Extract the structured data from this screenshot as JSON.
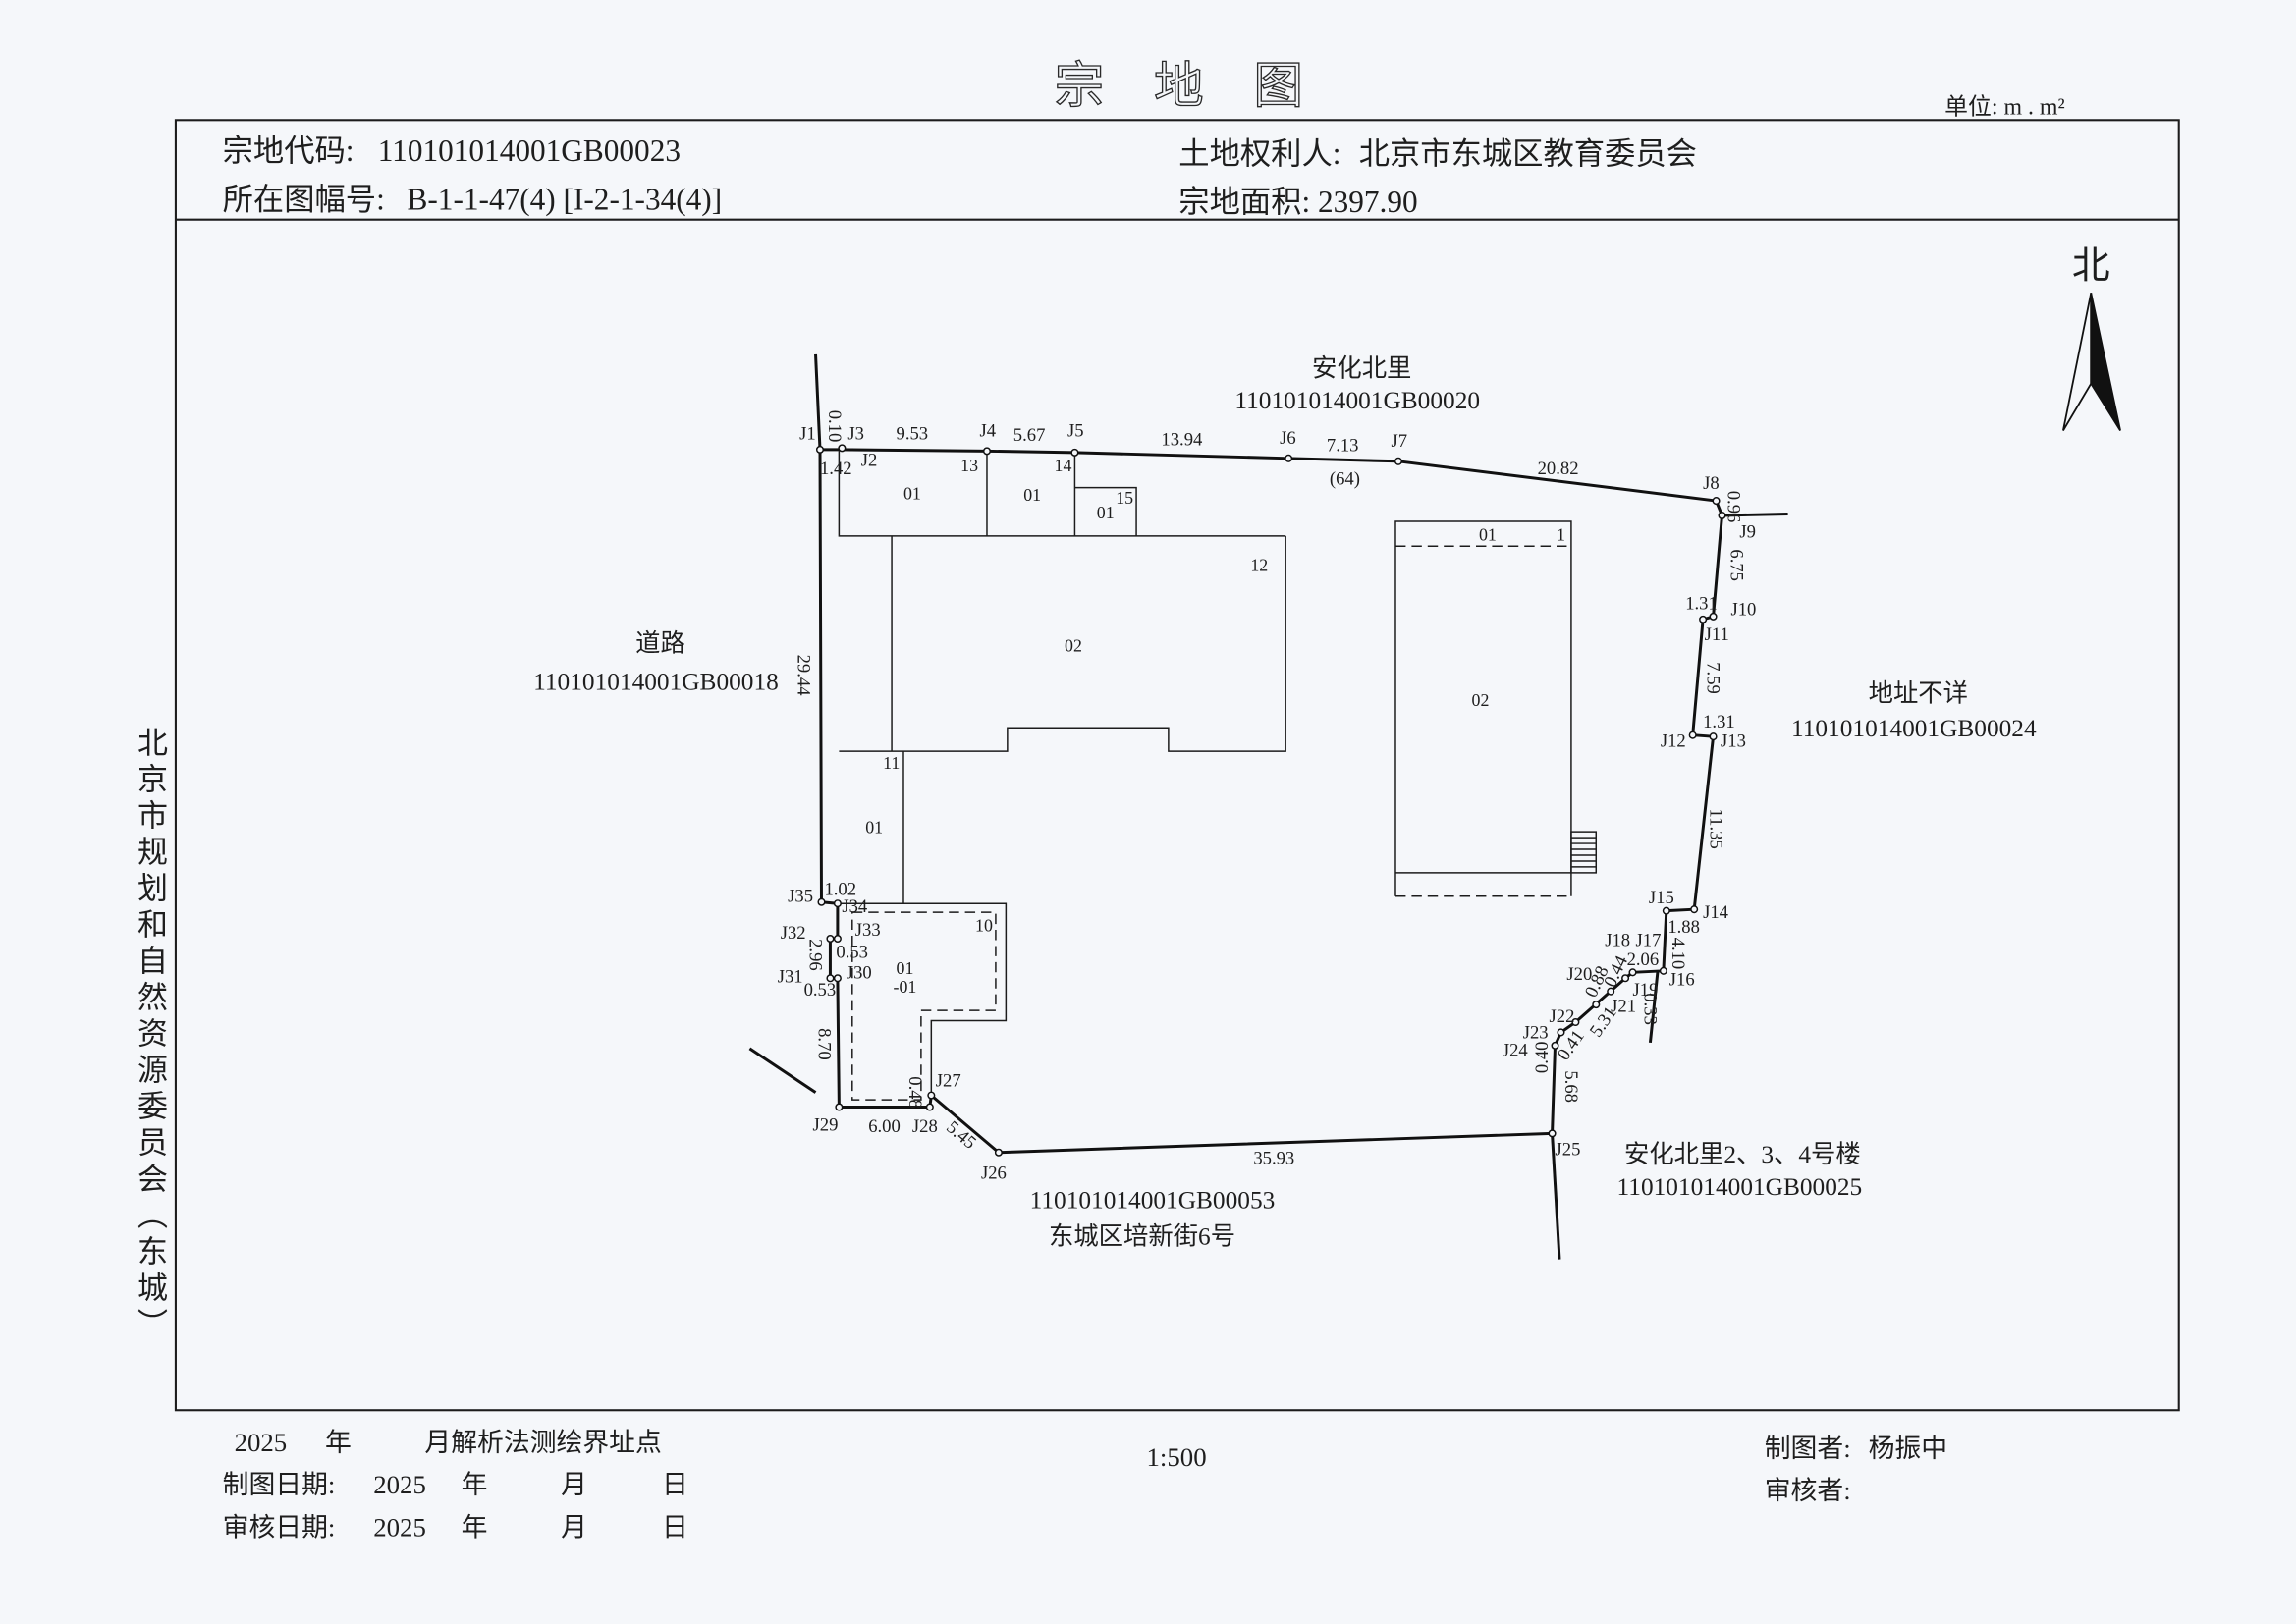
{
  "title": "宗地图",
  "unit": "单位: m . m²",
  "header": {
    "parcel_code_label": "宗地代码:",
    "parcel_code": "110101014001GB00023",
    "sheet_label": "所在图幅号:",
    "sheet_no": "B-1-1-47(4) [I-2-1-34(4)]",
    "owner_label": "土地权利人:",
    "owner": "北京市东城区教育委员会",
    "area_label": "宗地面积:",
    "area": "2397.90"
  },
  "side_org": "北京市规划和自然资源委员会（东城）",
  "north_label": "北",
  "neighbors": {
    "north": {
      "name": "安化北里",
      "code": "110101014001GB00020"
    },
    "west": {
      "name": "道路",
      "code": "110101014001GB00018"
    },
    "east": {
      "name": "地址不详",
      "code": "110101014001GB00024"
    },
    "southeast": {
      "name": "安化北里2、3、4号楼",
      "code": "110101014001GB00025"
    },
    "south": {
      "name": "东城区培新街6号",
      "code": "110101014001GB00053"
    }
  },
  "boundary_points": [
    "J1",
    "J2",
    "J3",
    "J4",
    "J5",
    "J6",
    "J7",
    "J8",
    "J9",
    "J10",
    "J11",
    "J12",
    "J13",
    "J14",
    "J15",
    "J16",
    "J17",
    "J18",
    "J19",
    "J20",
    "J21",
    "J22",
    "J23",
    "J24",
    "J25",
    "J26",
    "J27",
    "J28",
    "J29",
    "J30",
    "J31",
    "J32",
    "J33",
    "J34",
    "J35"
  ],
  "edge_lengths": [
    "0.10",
    "1.42",
    "9.53",
    "5.67",
    "13.94",
    "7.13",
    "20.82",
    "0.96",
    "6.75",
    "1.31",
    "7.59",
    "1.31",
    "11.35",
    "1.88",
    "4.10",
    "2.06",
    "0.88",
    "0.44",
    "0.33",
    "0.41",
    "5.31",
    "0.40",
    "5.68",
    "35.93",
    "5.45",
    "0.48",
    "6.00",
    "8.70",
    "0.53",
    "2.96",
    "0.53",
    "1.02",
    "29.44"
  ],
  "house_number": "(64)",
  "buildings": [
    {
      "code": "01",
      "no": "13"
    },
    {
      "code": "01",
      "no": "14"
    },
    {
      "code": "01",
      "no": "15"
    },
    {
      "code": "02",
      "no": "12"
    },
    {
      "code": "01",
      "no": "11"
    },
    {
      "code": "01",
      "sub_code": "-01",
      "no": "10"
    },
    {
      "code": "02",
      "part_code": "01",
      "no": "1"
    }
  ],
  "footer": {
    "survey_year": "2025",
    "survey_note": "月解析法测绘界址点",
    "year_unit": "年",
    "month_unit": "月",
    "day_unit": "日",
    "draw_date_label": "制图日期:",
    "draw_year": "2025",
    "review_date_label": "审核日期:",
    "review_year": "2025",
    "scale": "1:500",
    "drafter_label": "制图者:",
    "drafter": "杨振中",
    "reviewer_label": "审核者:"
  }
}
